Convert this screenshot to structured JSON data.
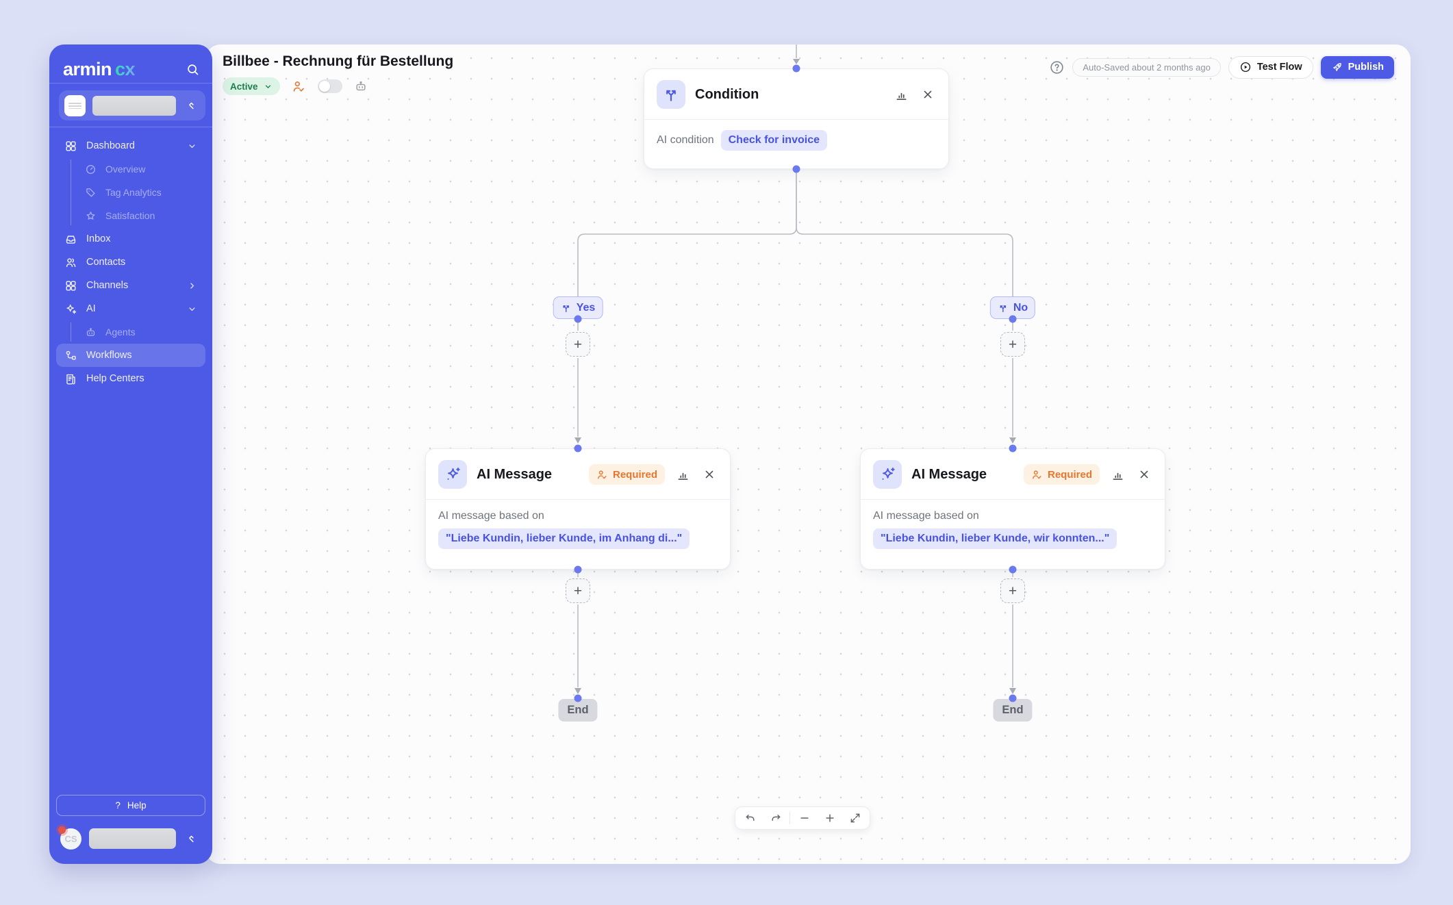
{
  "brand": {
    "name": "armin",
    "suffix": "cx"
  },
  "sidebar": {
    "menu": {
      "dashboard": "Dashboard",
      "overview": "Overview",
      "tag_analytics": "Tag Analytics",
      "satisfaction": "Satisfaction",
      "inbox": "Inbox",
      "contacts": "Contacts",
      "channels": "Channels",
      "ai": "AI",
      "agents": "Agents",
      "workflows": "Workflows",
      "help_centers": "Help Centers"
    },
    "help": {
      "glyph": "?",
      "label": "Help"
    },
    "user": {
      "initials": "CS"
    }
  },
  "header": {
    "title": "Billbee - Rechnung für Bestellung",
    "status": "Active",
    "autosaved": "Auto-Saved about 2 months ago",
    "test_flow": "Test Flow",
    "publish": "Publish"
  },
  "flow": {
    "condition": {
      "title": "Condition",
      "label": "AI condition",
      "value": "Check for invoice"
    },
    "yes": "Yes",
    "no": "No",
    "messages": [
      {
        "title": "AI Message",
        "badge": "Required",
        "label": "AI message based on",
        "value": "\"Liebe Kundin, lieber Kunde, im Anhang di...\""
      },
      {
        "title": "AI Message",
        "badge": "Required",
        "label": "AI message based on",
        "value": "\"Liebe Kundin, lieber Kunde, wir konnten...\""
      }
    ],
    "end": "End",
    "plus_glyph": "+"
  },
  "colors": {
    "accent": "#4c5ae5",
    "green": "#1b7f4a",
    "orange": "#e5772e"
  }
}
